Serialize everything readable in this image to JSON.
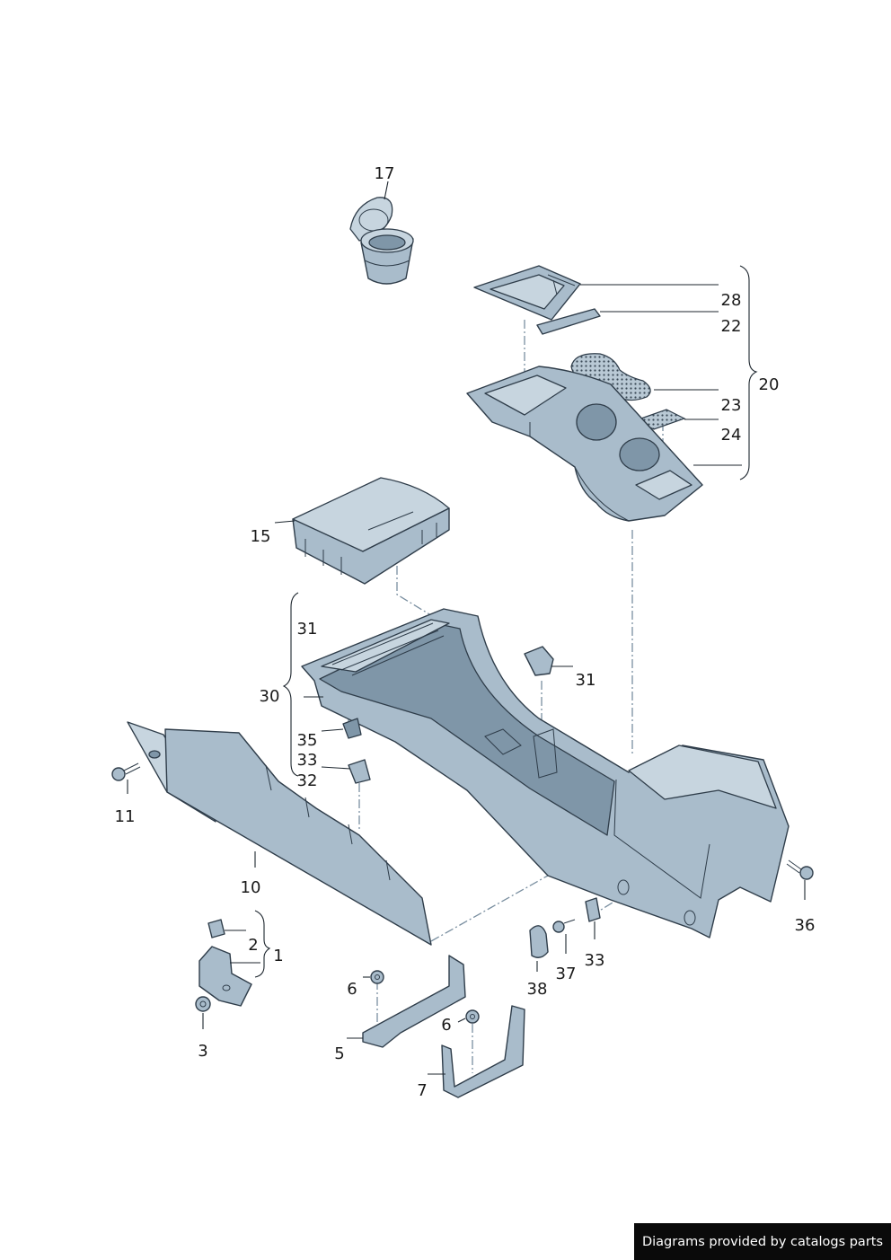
{
  "callouts": {
    "c1": "1",
    "c2": "2",
    "c3": "3",
    "c5": "5",
    "c6a": "6",
    "c6b": "6",
    "c7": "7",
    "c10": "10",
    "c11": "11",
    "c15": "15",
    "c17": "17",
    "c20": "20",
    "c22": "22",
    "c23": "23",
    "c24": "24",
    "c28": "28",
    "c30": "30",
    "c31a": "31",
    "c31b": "31",
    "c32": "32",
    "c33a": "33",
    "c33b": "33",
    "c35": "35",
    "c36": "36",
    "c37": "37",
    "c38": "38"
  },
  "watermark": "Diagrams provided by catalogs parts",
  "colors": {
    "part_fill": "#a9bccb",
    "part_light": "#c7d5df",
    "part_dark": "#7f96a8",
    "outline": "#2f3d4a",
    "background": "#ffffff"
  }
}
